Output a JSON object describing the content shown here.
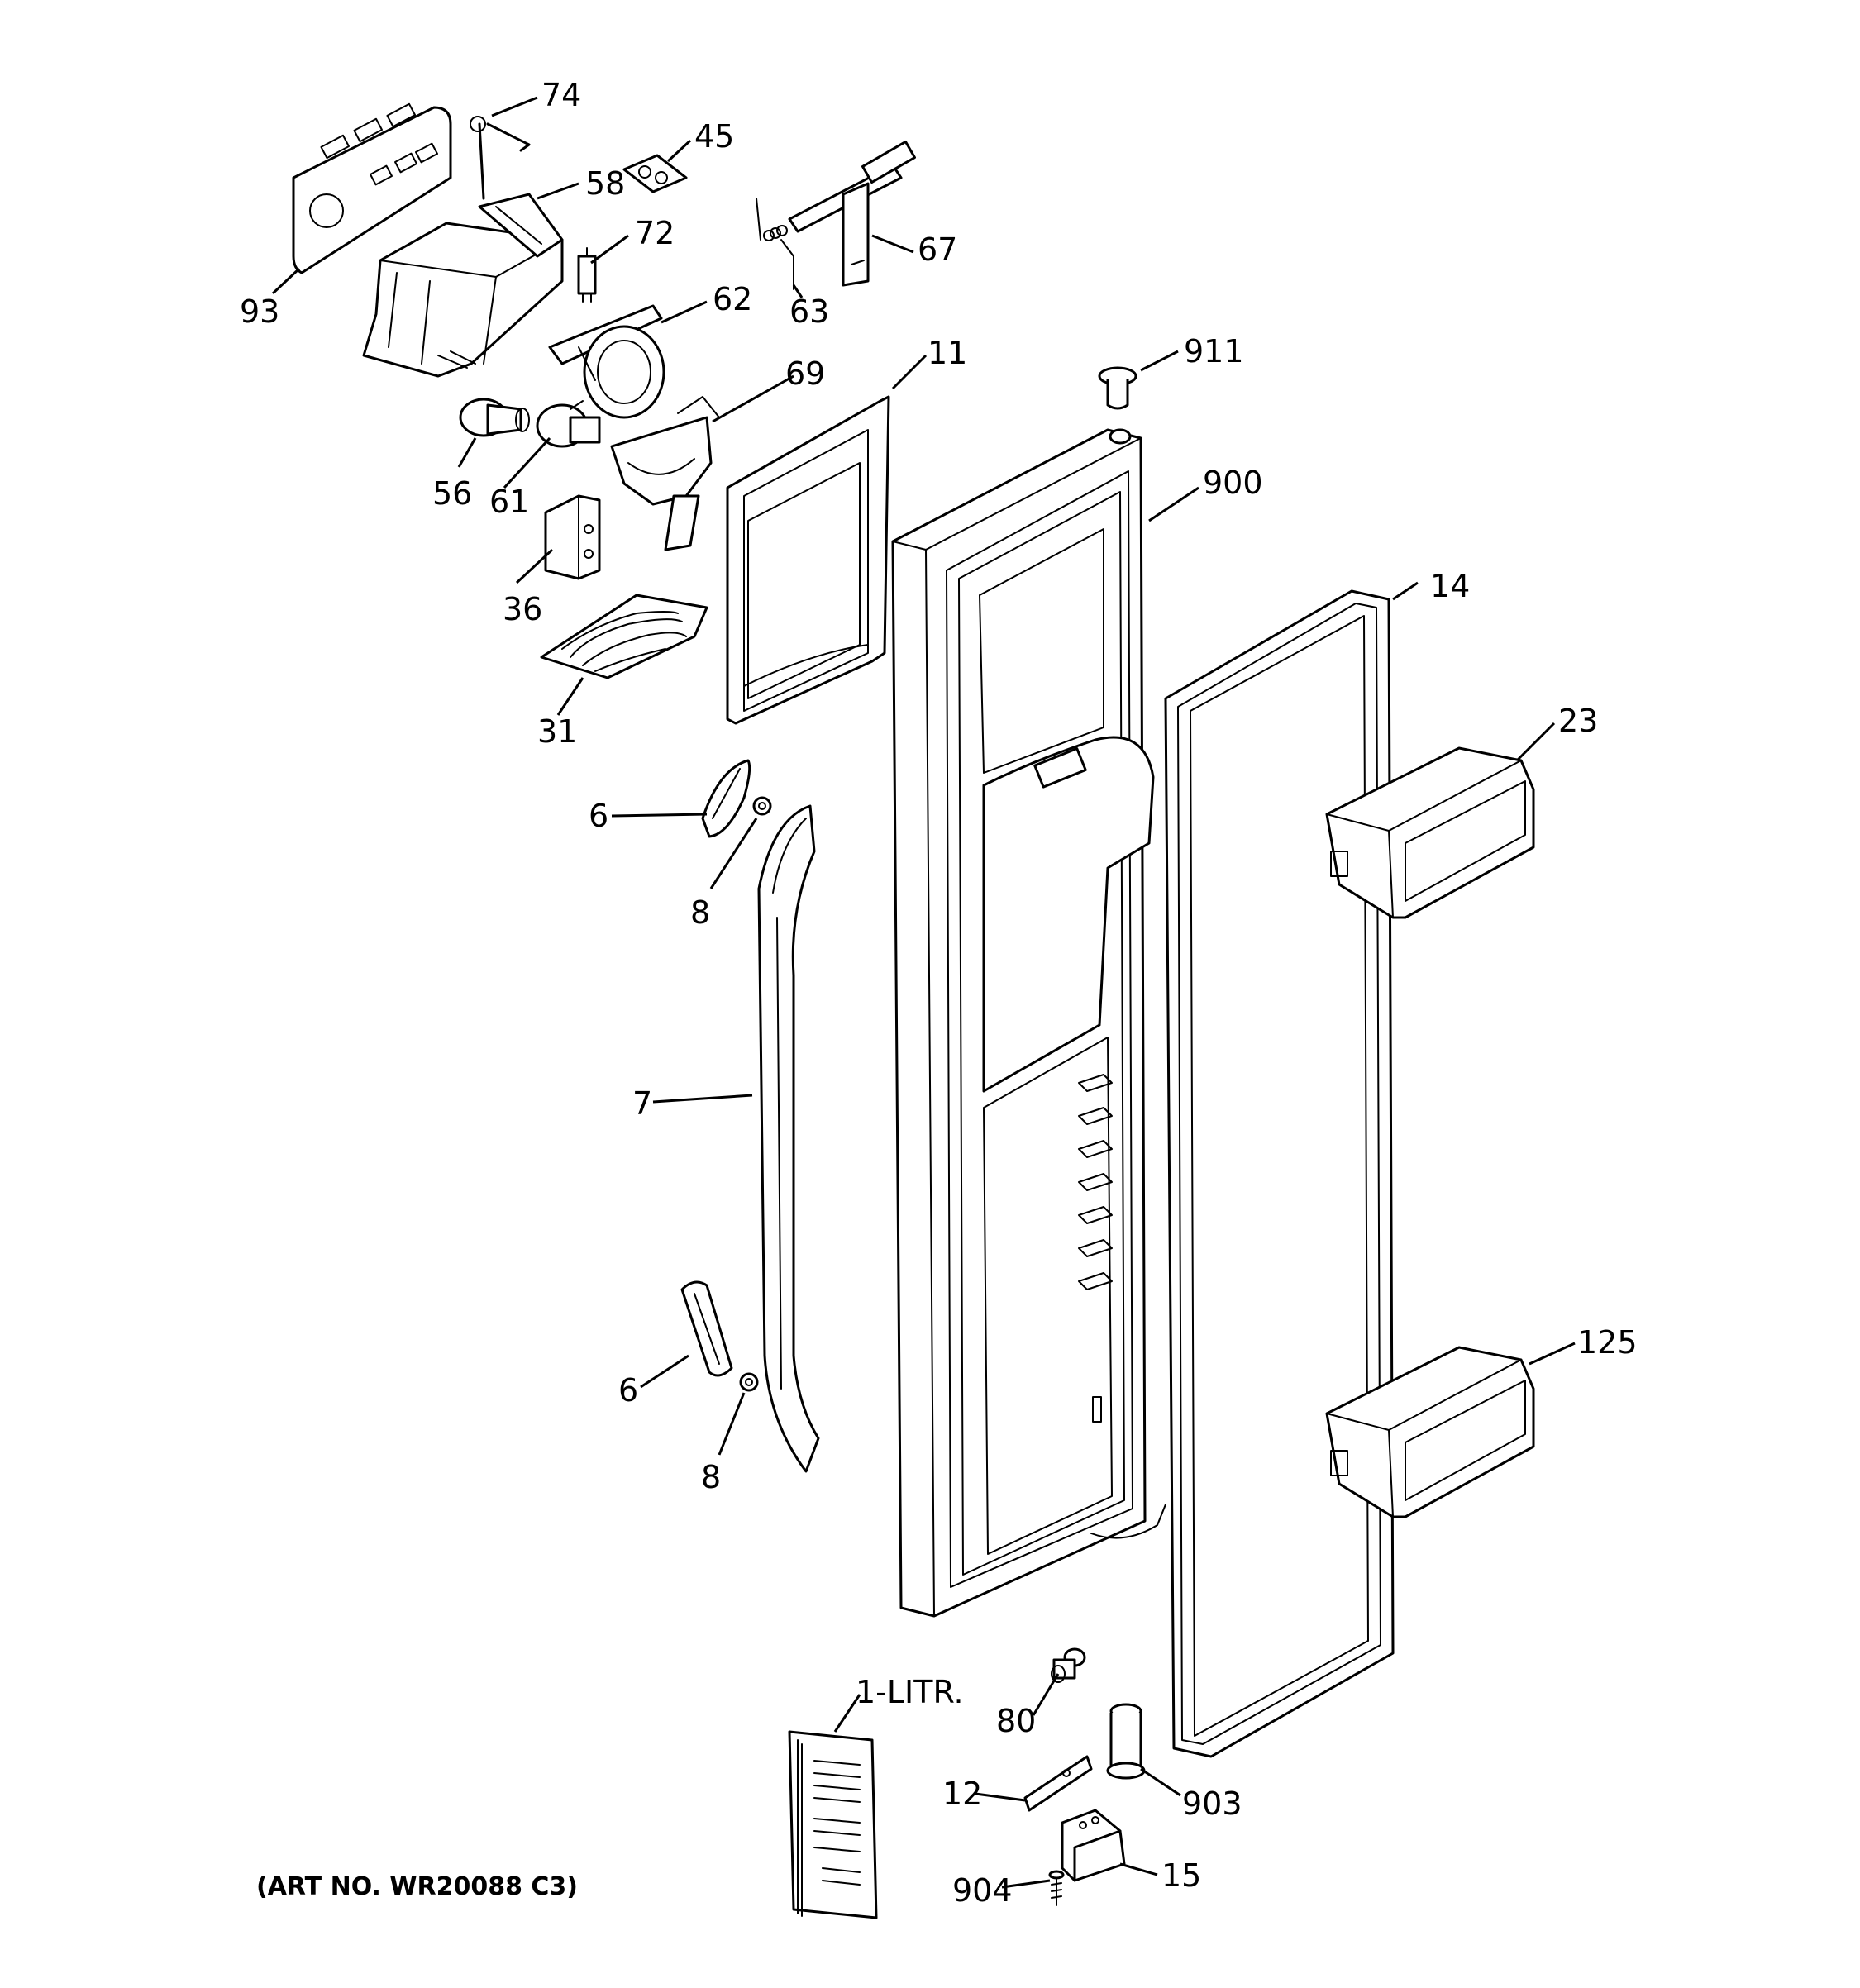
{
  "diagram": {
    "art_number": "(ART NO. WR20088 C3)",
    "callouts": [
      {
        "id": "c74",
        "label": "74"
      },
      {
        "id": "c45",
        "label": "45"
      },
      {
        "id": "c58",
        "label": "58"
      },
      {
        "id": "c72",
        "label": "72"
      },
      {
        "id": "c67",
        "label": "67"
      },
      {
        "id": "c63",
        "label": "63"
      },
      {
        "id": "c93",
        "label": "93"
      },
      {
        "id": "c62",
        "label": "62"
      },
      {
        "id": "c11",
        "label": "11"
      },
      {
        "id": "c911",
        "label": "911"
      },
      {
        "id": "c69",
        "label": "69"
      },
      {
        "id": "c56",
        "label": "56"
      },
      {
        "id": "c61",
        "label": "61"
      },
      {
        "id": "c900",
        "label": "900"
      },
      {
        "id": "c36",
        "label": "36"
      },
      {
        "id": "c14",
        "label": "14"
      },
      {
        "id": "c31",
        "label": "31"
      },
      {
        "id": "c23",
        "label": "23"
      },
      {
        "id": "c6a",
        "label": "6"
      },
      {
        "id": "c8a",
        "label": "8"
      },
      {
        "id": "c7",
        "label": "7"
      },
      {
        "id": "c125",
        "label": "125"
      },
      {
        "id": "c6b",
        "label": "6"
      },
      {
        "id": "c8b",
        "label": "8"
      },
      {
        "id": "c1litr",
        "label": "1-LITR."
      },
      {
        "id": "c80",
        "label": "80"
      },
      {
        "id": "c12",
        "label": "12"
      },
      {
        "id": "c903",
        "label": "903"
      },
      {
        "id": "c904",
        "label": "904"
      },
      {
        "id": "c15",
        "label": "15"
      }
    ]
  }
}
